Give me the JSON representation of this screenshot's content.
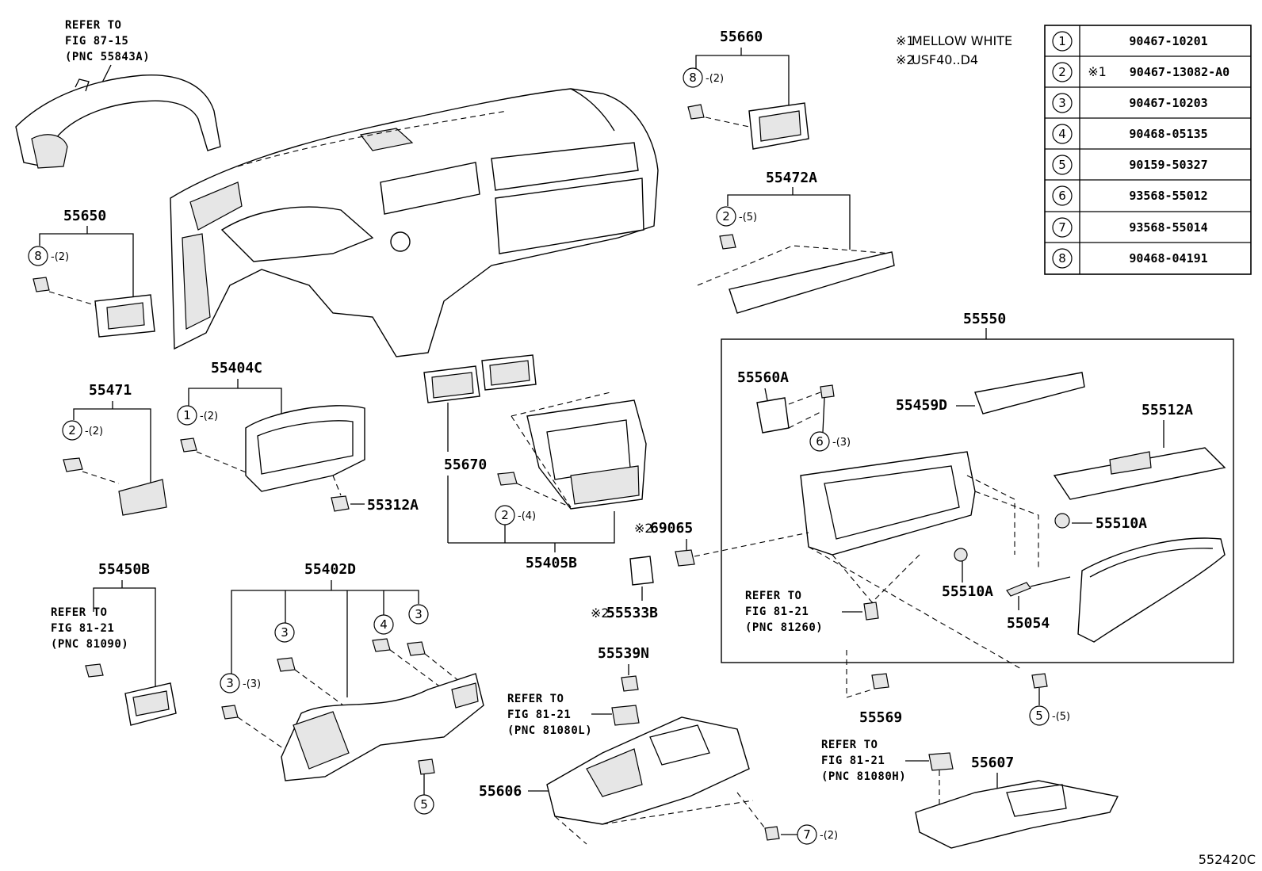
{
  "diagram_code": "552420C",
  "notes": [
    {
      "mark": "※1",
      "text": "MELLOW WHITE"
    },
    {
      "mark": "※2",
      "text": "USF40..D4"
    }
  ],
  "parts_table": [
    {
      "num": "1",
      "mark": "",
      "part": "90467-10201"
    },
    {
      "num": "2",
      "mark": "※1",
      "part": "90467-13082-A0"
    },
    {
      "num": "3",
      "mark": "",
      "part": "90467-10203"
    },
    {
      "num": "4",
      "mark": "",
      "part": "90468-05135"
    },
    {
      "num": "5",
      "mark": "",
      "part": "90159-50327"
    },
    {
      "num": "6",
      "mark": "",
      "part": "93568-55012"
    },
    {
      "num": "7",
      "mark": "",
      "part": "93568-55014"
    },
    {
      "num": "8",
      "mark": "",
      "part": "90468-04191"
    }
  ],
  "refs": {
    "fig8715": [
      "REFER TO",
      "FIG 87-15",
      "(PNC 55843A)"
    ],
    "fig8121_81090": [
      "REFER TO",
      "FIG 81-21",
      "(PNC 81090)"
    ],
    "fig8121_81260": [
      "REFER TO",
      "FIG 81-21",
      "(PNC 81260)"
    ],
    "fig8121_81080L": [
      "REFER TO",
      "FIG 81-21",
      "(PNC 81080L)"
    ],
    "fig8121_81080H": [
      "REFER TO",
      "FIG 81-21",
      "(PNC 81080H)"
    ]
  },
  "labels": {
    "p55660": "55660",
    "p55650": "55650",
    "p55472A": "55472A",
    "p55550": "55550",
    "p55404C": "55404C",
    "p55471": "55471",
    "p55312A": "55312A",
    "p55670": "55670",
    "p55405B": "55405B",
    "p55560A": "55560A",
    "p55459D": "55459D",
    "p55512A": "55512A",
    "p55510A_1": "55510A",
    "p55510A_2": "55510A",
    "p55054": "55054",
    "p69065": "69065",
    "p55533B": "55533B",
    "p55450B": "55450B",
    "p55402D": "55402D",
    "p55539N": "55539N",
    "p55569": "55569",
    "p55606": "55606",
    "p55607": "55607"
  },
  "note_marks": {
    "m69065": "※2",
    "m55533B": "※2"
  },
  "callouts": {
    "c8a": {
      "num": "8",
      "qty": "-(2)"
    },
    "c8b": {
      "num": "8",
      "qty": "-(2)"
    },
    "c2a": {
      "num": "2",
      "qty": "-(5)"
    },
    "c1a": {
      "num": "1",
      "qty": "-(2)"
    },
    "c2b": {
      "num": "2",
      "qty": "-(2)"
    },
    "c2c": {
      "num": "2",
      "qty": "-(4)"
    },
    "c6a": {
      "num": "6",
      "qty": "-(3)"
    },
    "c3a": {
      "num": "3",
      "qty": "-(3)"
    },
    "c3b": {
      "num": "3",
      "qty": ""
    },
    "c4a": {
      "num": "4",
      "qty": ""
    },
    "c3c": {
      "num": "3",
      "qty": ""
    },
    "c5a": {
      "num": "5",
      "qty": ""
    },
    "c5b": {
      "num": "5",
      "qty": "-(5)"
    },
    "c7a": {
      "num": "7",
      "qty": "-(2)"
    }
  }
}
